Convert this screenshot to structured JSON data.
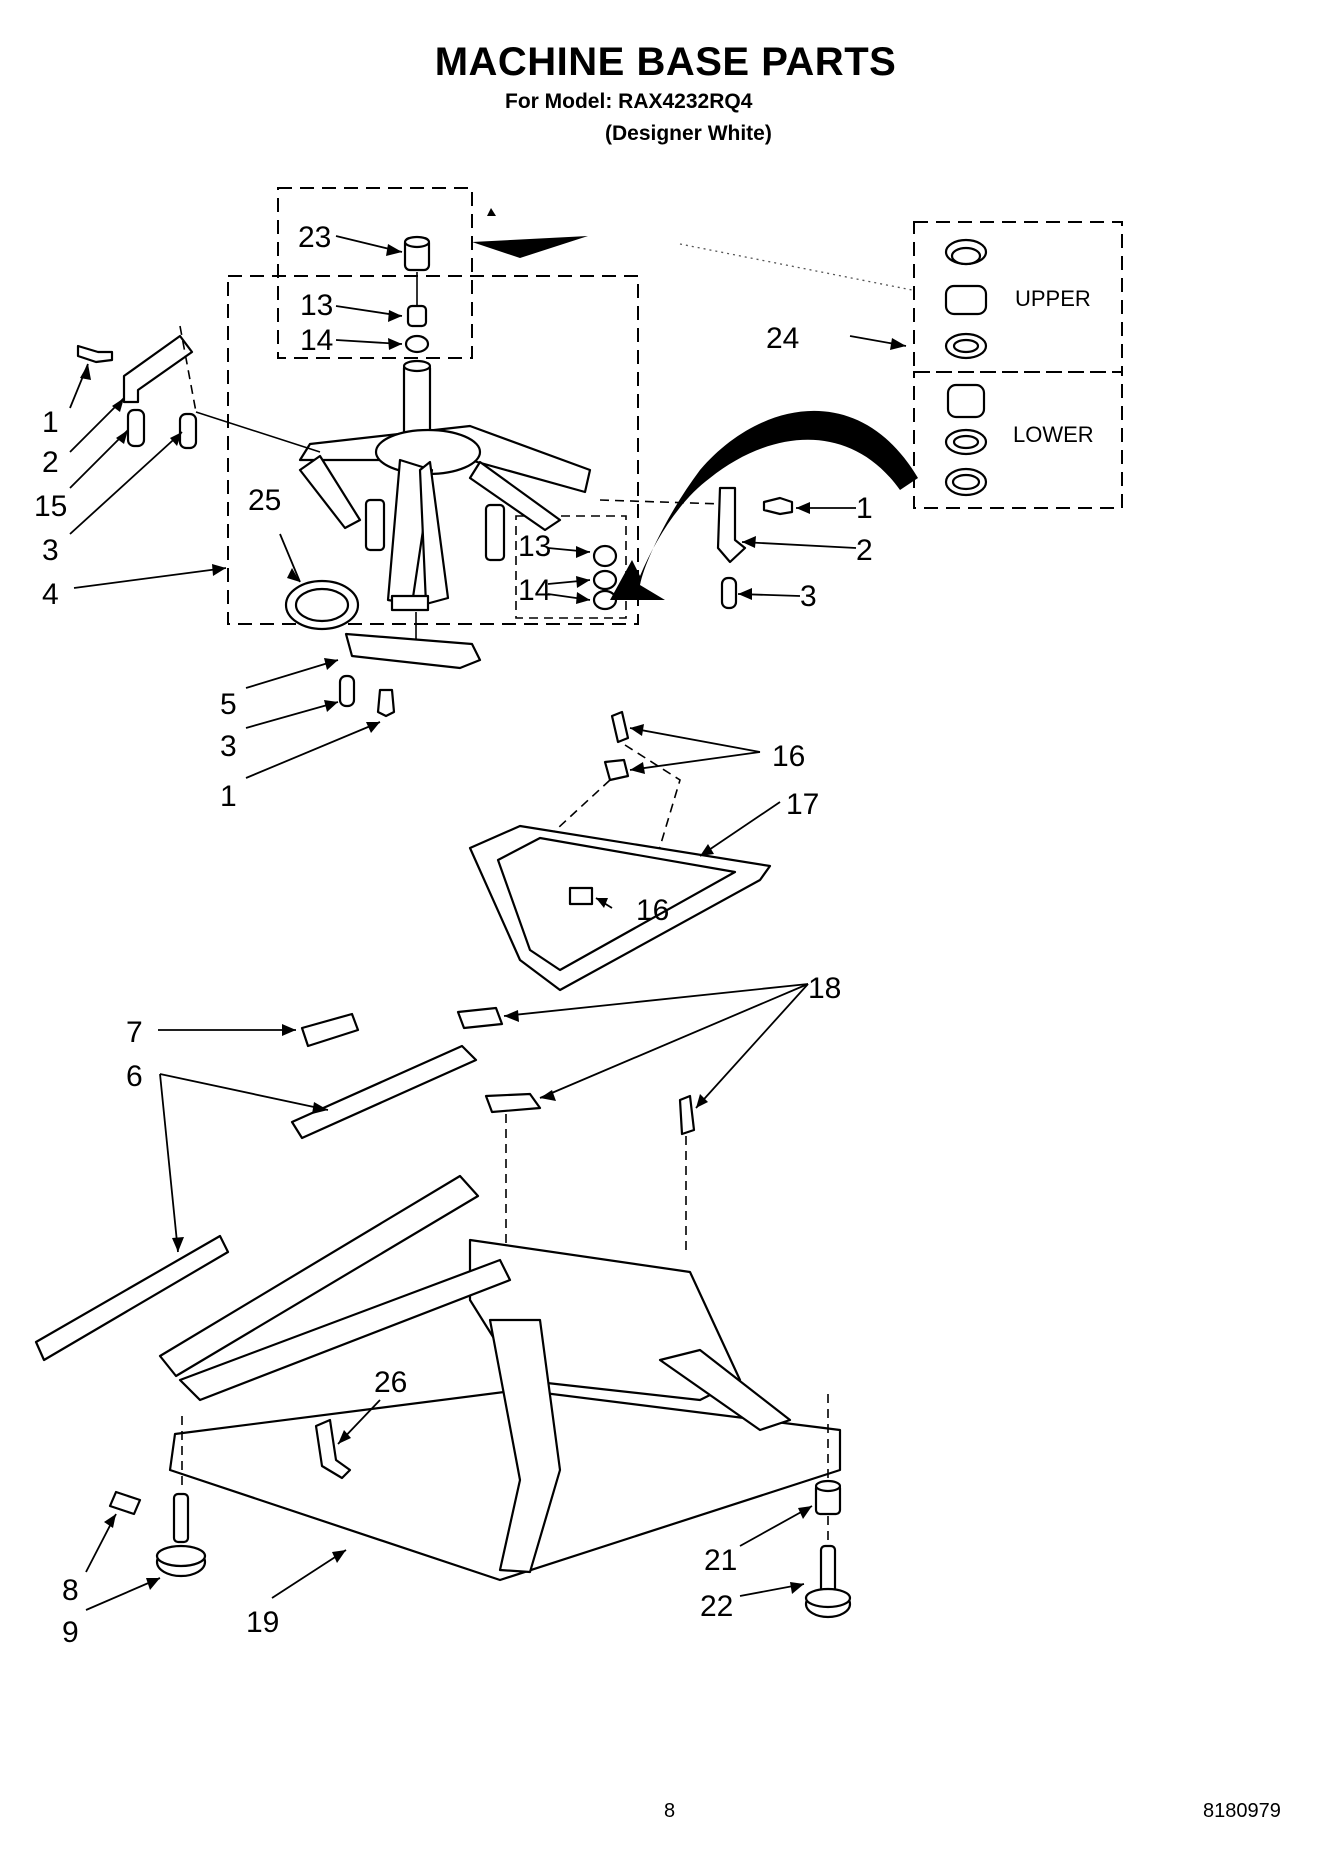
{
  "header": {
    "title": "MACHINE BASE PARTS",
    "model_line": "For Model: RAX4232RQ4",
    "variant_line": "(Designer White)"
  },
  "diagram": {
    "callouts": {
      "c23": "23",
      "c13a": "13",
      "c14a": "14",
      "c1a": "1",
      "c2a": "2",
      "c15": "15",
      "c3a": "3",
      "c4": "4",
      "c25": "25",
      "c13b": "13",
      "c14b": "14",
      "c1b": "1",
      "c2b": "2",
      "c3b": "3",
      "c5": "5",
      "c3c": "3",
      "c1c": "1",
      "c24": "24",
      "c16a": "16",
      "c17": "17",
      "c16b": "16",
      "c18": "18",
      "c7": "7",
      "c6": "6",
      "c26": "26",
      "c8": "8",
      "c9": "9",
      "c19": "19",
      "c21": "21",
      "c22": "22"
    },
    "kit_labels": {
      "upper": "UPPER",
      "lower": "LOWER"
    }
  },
  "footer": {
    "page_number": "8",
    "doc_number": "8180979"
  }
}
